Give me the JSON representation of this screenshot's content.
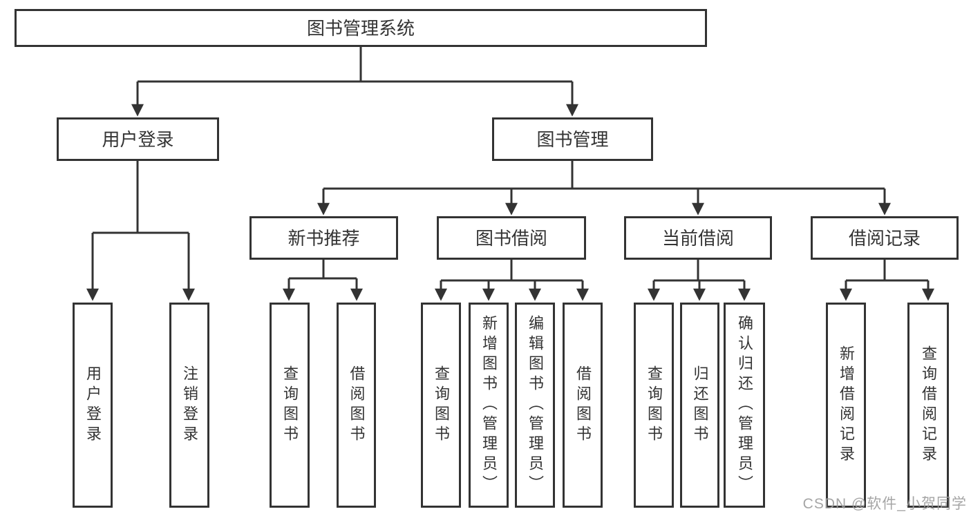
{
  "colors": {
    "line": "#333333",
    "text": "#333333",
    "watermark": "#9e9e9e",
    "background": "#ffffff"
  },
  "watermark": {
    "text": "CSDN @软件_小贺同学"
  },
  "tree": {
    "label": "图书管理系统",
    "children": [
      {
        "label": "用户登录",
        "children": [
          {
            "label": "用户登录"
          },
          {
            "label": "注销登录"
          }
        ]
      },
      {
        "label": "图书管理",
        "children": [
          {
            "label": "新书推荐",
            "children": [
              {
                "label": "查询图书"
              },
              {
                "label": "借阅图书"
              }
            ]
          },
          {
            "label": "图书借阅",
            "children": [
              {
                "label": "查询图书"
              },
              {
                "label": "新增图书（管理员）"
              },
              {
                "label": "编辑图书（管理员）"
              },
              {
                "label": "借阅图书"
              }
            ]
          },
          {
            "label": "当前借阅",
            "children": [
              {
                "label": "查询图书"
              },
              {
                "label": "归还图书"
              },
              {
                "label": "确认归还（管理员）"
              }
            ]
          },
          {
            "label": "借阅记录",
            "children": [
              {
                "label": "新增借阅记录"
              },
              {
                "label": "查询借阅记录"
              }
            ]
          }
        ]
      }
    ]
  }
}
